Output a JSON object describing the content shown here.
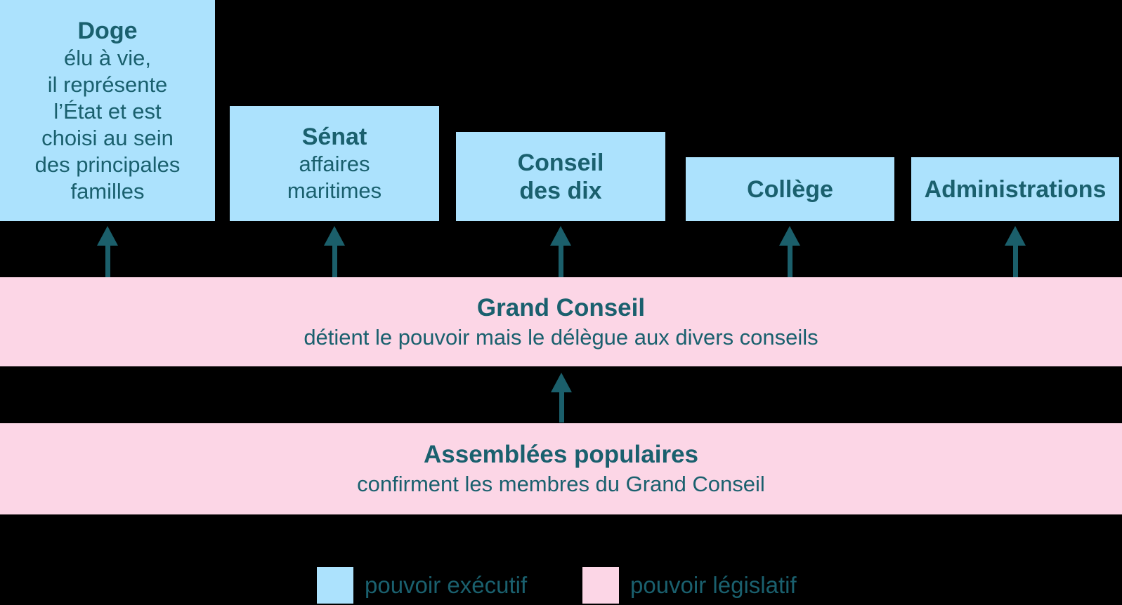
{
  "palette": {
    "background": "#000000",
    "executive_blue": "#ace2fd",
    "legislative_pink": "#fcd6e6",
    "text_teal": "#1a606e",
    "arrow_teal": "#1b5f6b"
  },
  "boxes": {
    "doge": {
      "title": "Doge",
      "lines": [
        "élu à vie,",
        "il représente",
        "l’État et est",
        "choisi au sein",
        "des principales",
        "familles"
      ]
    },
    "senat": {
      "title": "Sénat",
      "lines": [
        "affaires",
        "maritimes"
      ]
    },
    "conseil_des_dix": {
      "title_line1": "Conseil",
      "title_line2": "des dix"
    },
    "college": {
      "title": "Collège"
    },
    "administrations": {
      "title": "Administrations"
    }
  },
  "bands": {
    "grand_conseil": {
      "title": "Grand Conseil",
      "subtitle": "détient le pouvoir mais le délègue aux divers conseils"
    },
    "assemblees_populaires": {
      "title": "Assemblées populaires",
      "subtitle": "confirment les membres du Grand Conseil"
    }
  },
  "legend": {
    "executive": {
      "label": "pouvoir exécutif",
      "color": "#ace2fd"
    },
    "legislative": {
      "label": "pouvoir législatif",
      "color": "#fcd6e6"
    }
  }
}
